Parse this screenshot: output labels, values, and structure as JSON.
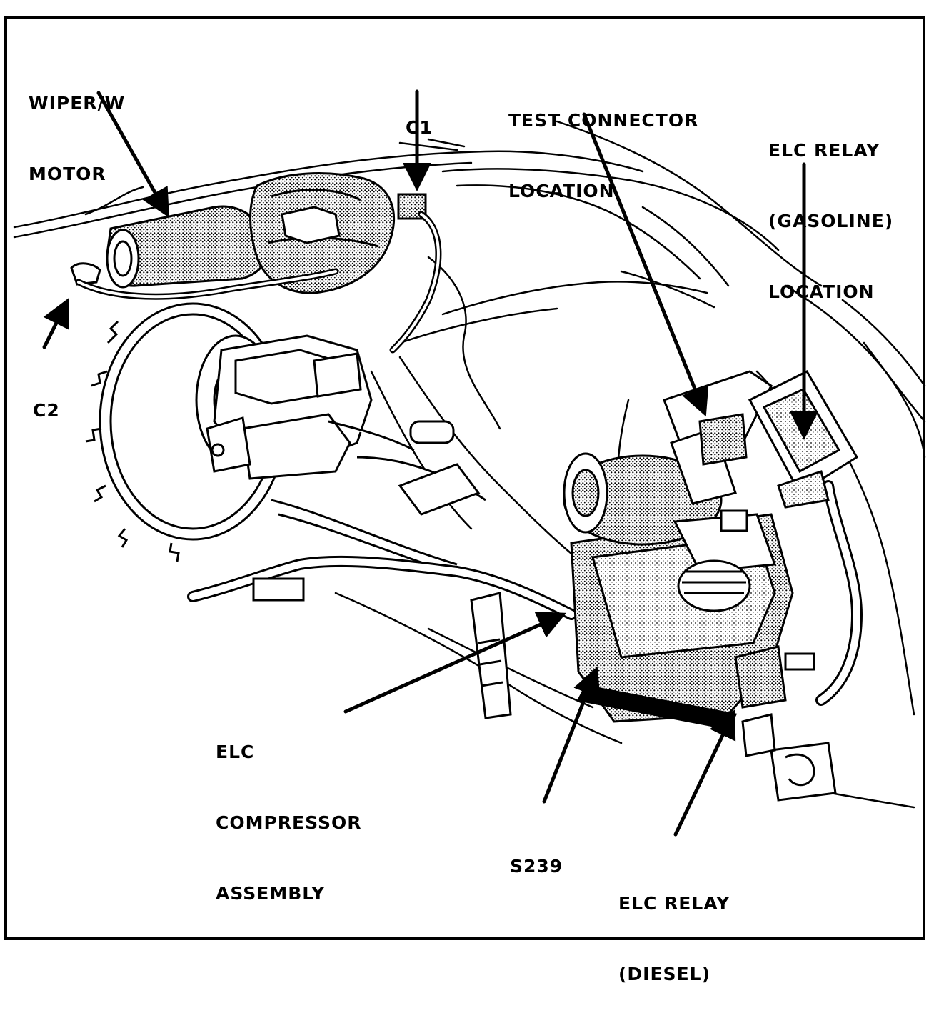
{
  "colors": {
    "ink": "#000000",
    "paper": "#ffffff",
    "shade": "#8a8a8a"
  },
  "callouts": {
    "wiper": {
      "line1": "WIPER/W",
      "line2": "MOTOR"
    },
    "c1": {
      "line1": "C1"
    },
    "test_connector": {
      "line1": "TEST CONNECTOR",
      "line2": "LOCATION"
    },
    "elc_relay_gas": {
      "line1": "ELC RELAY",
      "line2": "(GASOLINE)",
      "line3": "LOCATION"
    },
    "c2": {
      "line1": "C2"
    },
    "elc_compressor": {
      "line1": "ELC",
      "line2": "COMPRESSOR",
      "line3": "ASSEMBLY"
    },
    "s239": {
      "line1": "S239"
    },
    "elc_relay_diesel": {
      "line1": "ELC RELAY",
      "line2": "(DIESEL)"
    }
  }
}
